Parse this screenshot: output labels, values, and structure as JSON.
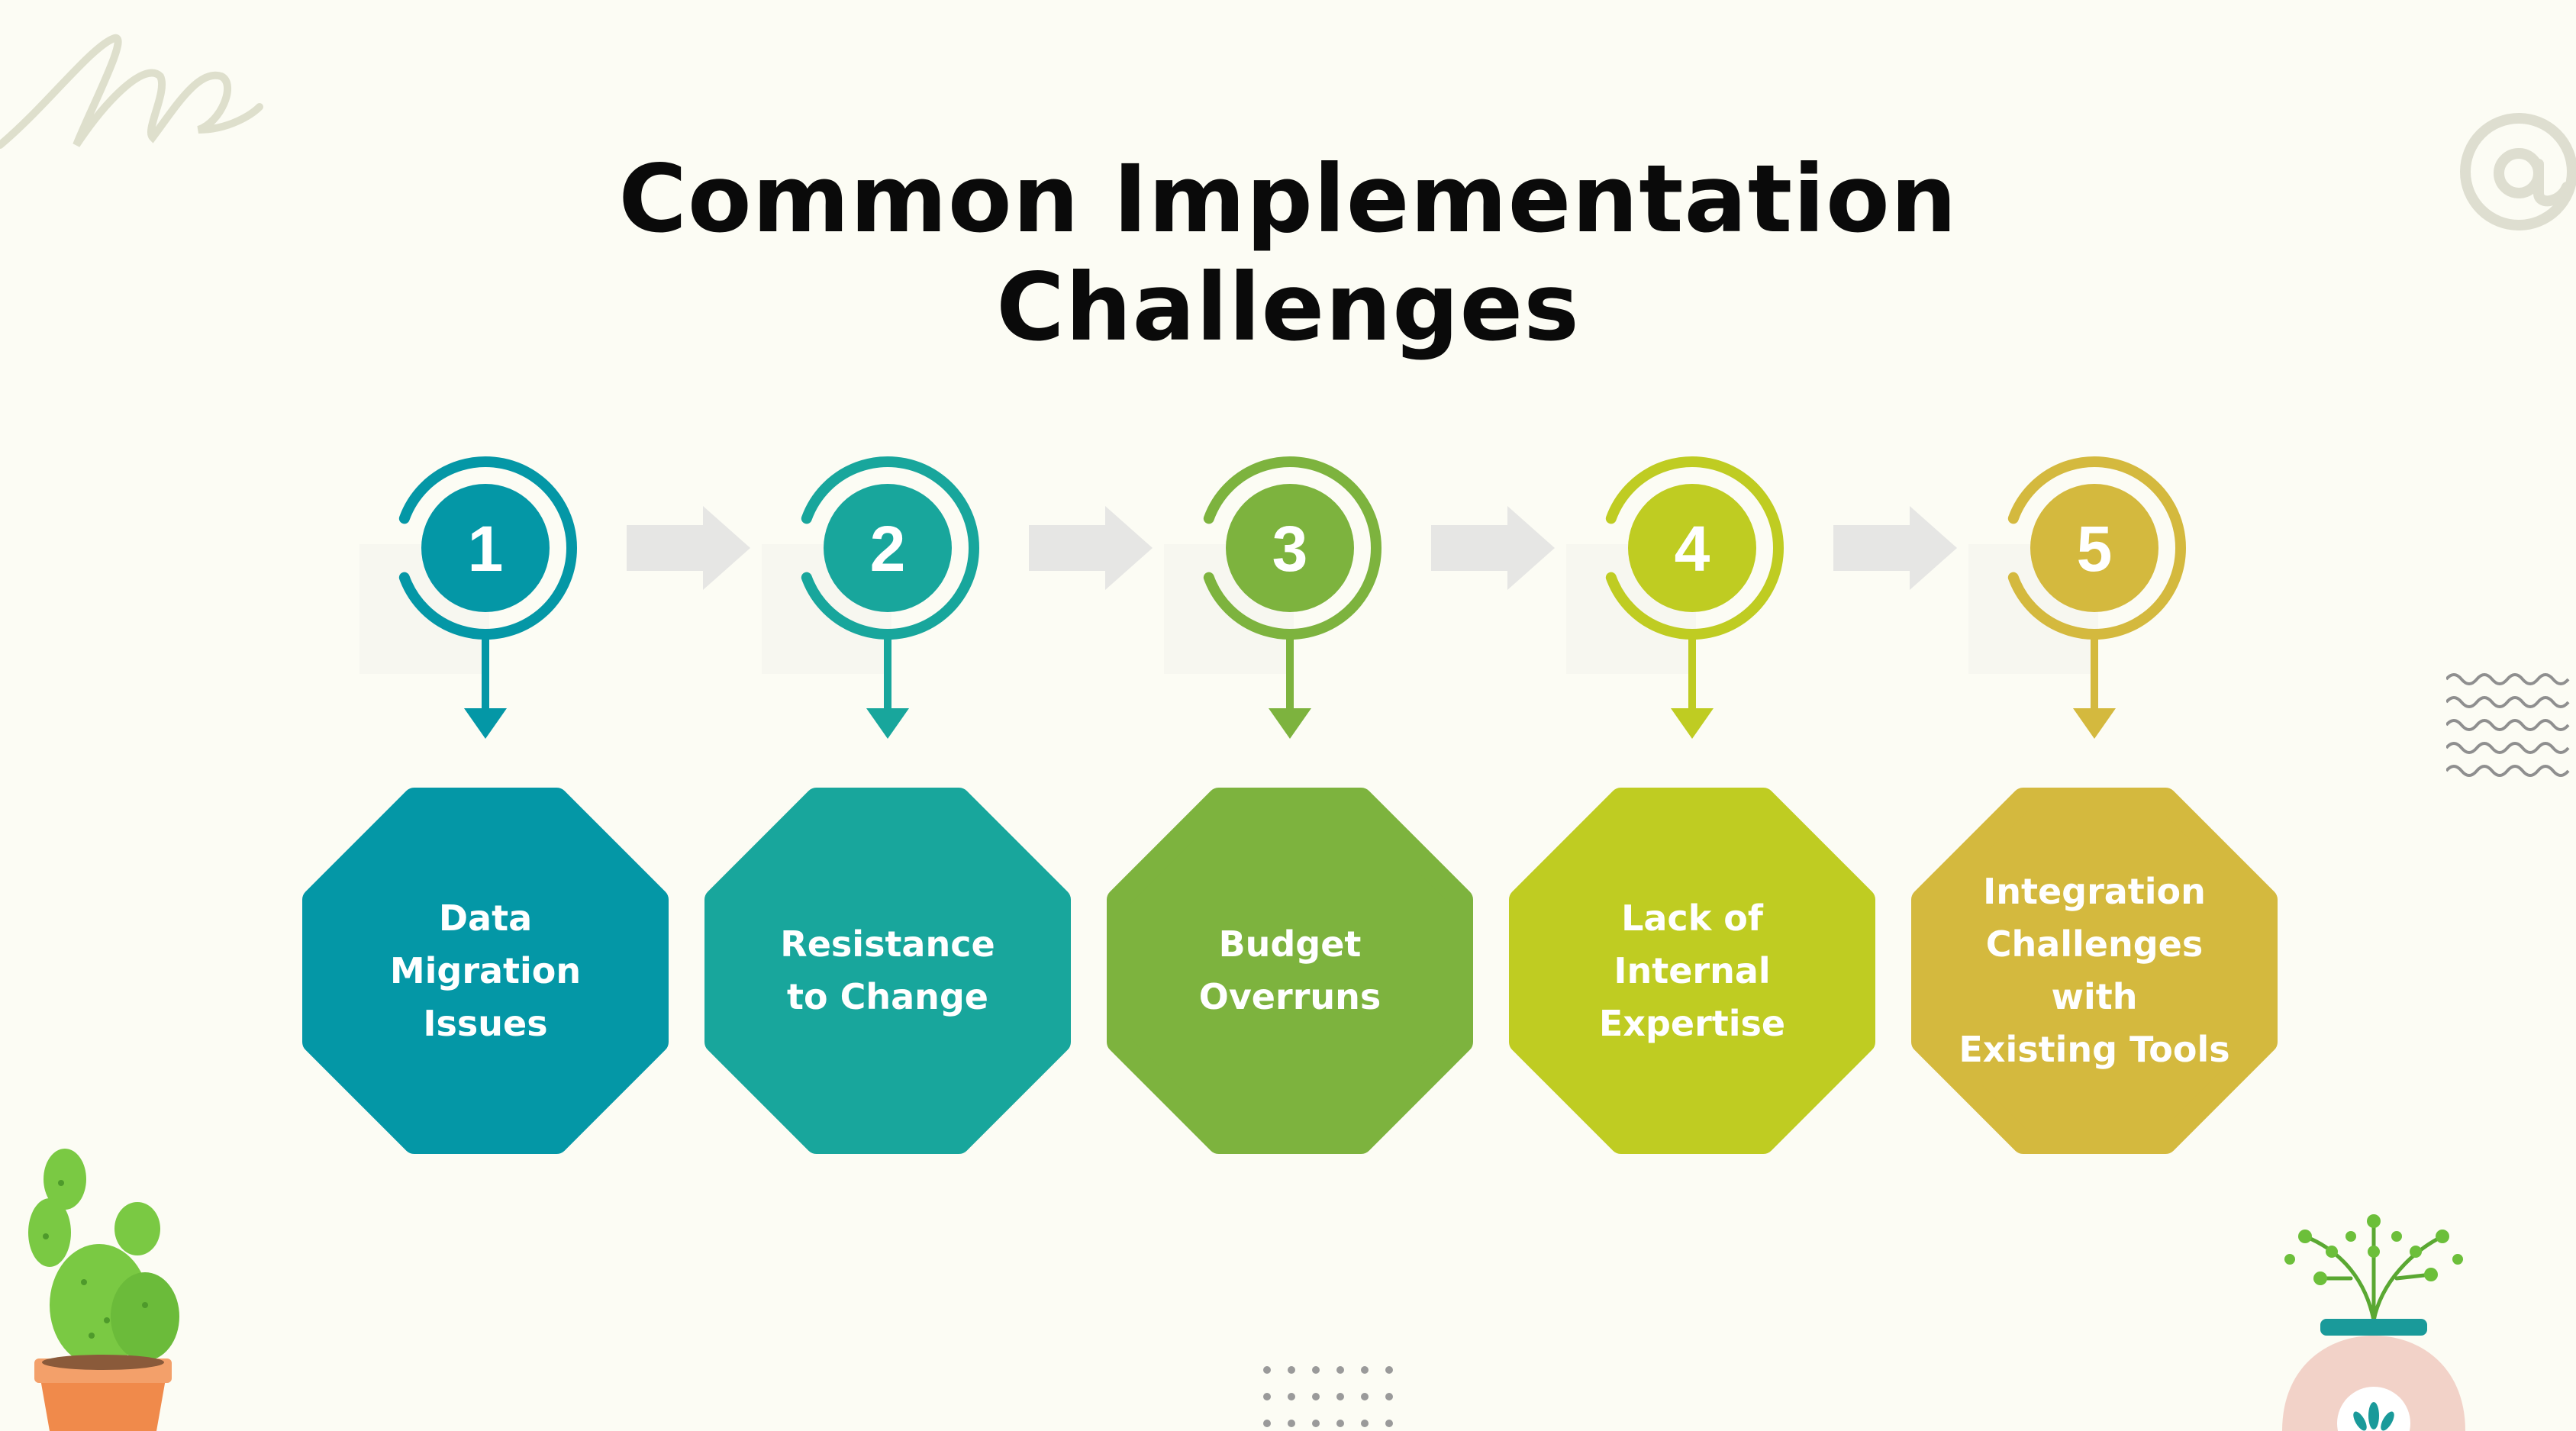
{
  "title": {
    "line1": "Common Implementation",
    "line2": "Challenges"
  },
  "steps": [
    {
      "number": "1",
      "label_lines": [
        "Data",
        "Migration",
        "Issues"
      ],
      "color": "#0497a6"
    },
    {
      "number": "2",
      "label_lines": [
        "Resistance",
        "to Change"
      ],
      "color": "#18a69c"
    },
    {
      "number": "3",
      "label_lines": [
        "Budget",
        "Overruns"
      ],
      "color": "#7db33e"
    },
    {
      "number": "4",
      "label_lines": [
        "Lack of Internal",
        "Expertise"
      ],
      "color": "#bfcc22"
    },
    {
      "number": "5",
      "label_lines": [
        "Integration",
        "Challenges with",
        "Existing Tools"
      ],
      "color": "#d4b93e"
    }
  ],
  "connector_color": "#e6e6e4",
  "background_color": "#fcfcf4",
  "decorations": [
    "scribble-icon",
    "at-sign-icon",
    "wave-lines-icon",
    "cactus-pot-icon",
    "dot-grid-icon",
    "plant-vase-icon"
  ]
}
